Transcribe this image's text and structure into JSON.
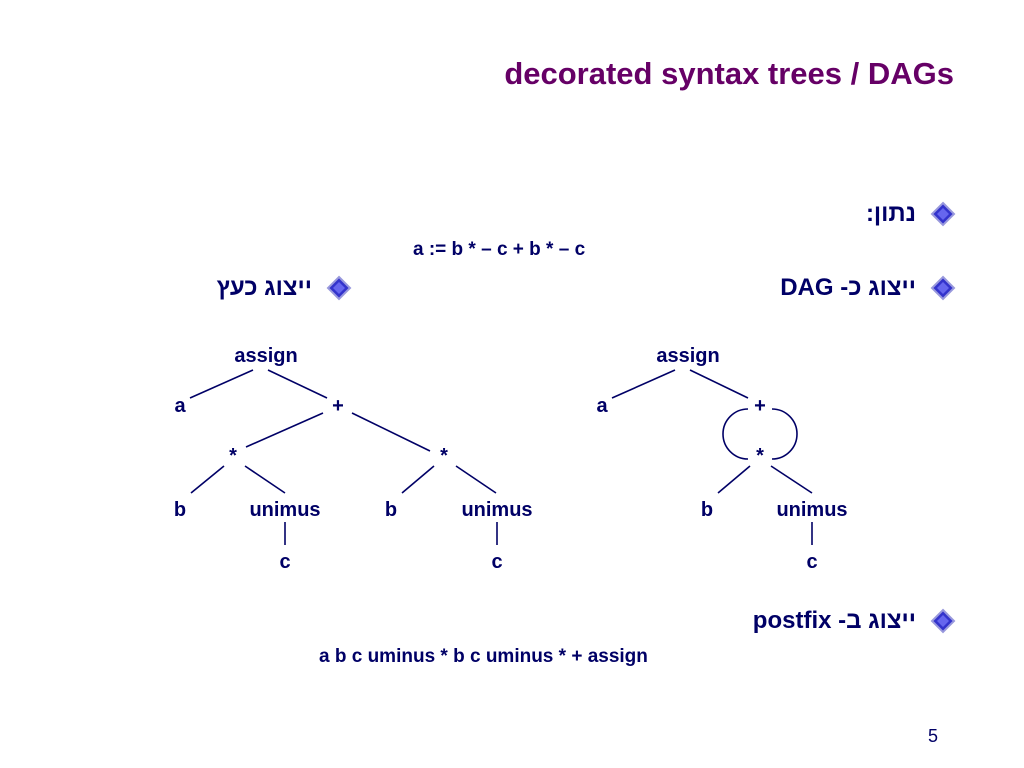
{
  "slide": {
    "title": "decorated syntax trees / DAGs",
    "page_number": "5",
    "colors": {
      "title": "#660066",
      "text": "#000066",
      "bullet_diamond": "#3333cc"
    },
    "bullets": {
      "given": {
        "label": "נתון:",
        "icon": "diamond-bullet-icon"
      },
      "dag": {
        "label": "ייצוג כ- DAG",
        "icon": "diamond-bullet-icon"
      },
      "tree": {
        "label": "ייצוג כעץ",
        "icon": "diamond-bullet-icon"
      },
      "postfix": {
        "label": "ייצוג ב- postfix",
        "icon": "diamond-bullet-icon"
      }
    },
    "expression": "a := b * – c + b * – c",
    "postfix_expression": "a b c uminus * b c uminus * + assign",
    "tree": {
      "assign": "assign",
      "a": "a",
      "plus": "+",
      "star_left": "*",
      "star_right": "*",
      "b_left": "b",
      "unimus_left": "unimus",
      "c_left": "c",
      "b_right": "b",
      "unimus_right": "unimus",
      "c_right": "c"
    },
    "dag": {
      "assign": "assign",
      "a": "a",
      "plus": "+",
      "star": "*",
      "b": "b",
      "unimus": "unimus",
      "c": "c"
    }
  }
}
